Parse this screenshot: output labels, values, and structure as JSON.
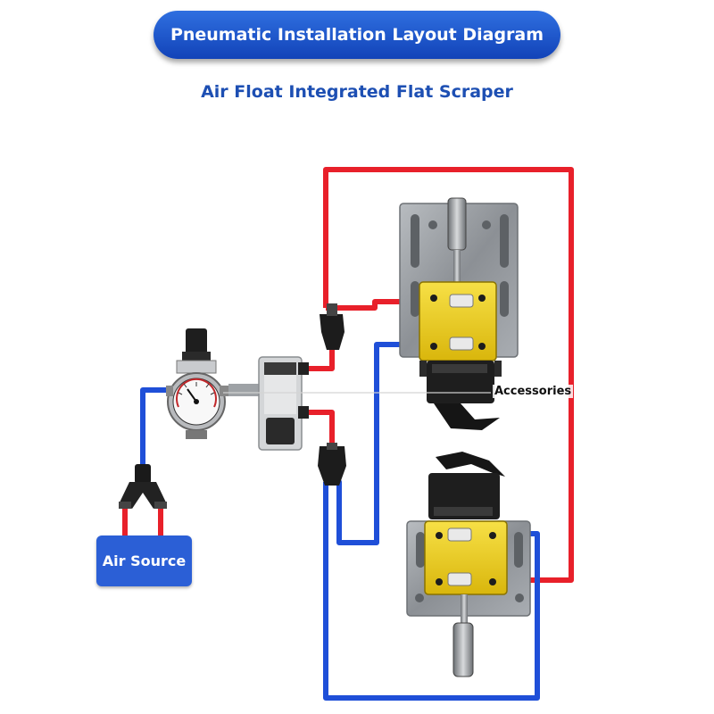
{
  "title": "Pneumatic Installation Layout Diagram",
  "subtitle": "Air Float Integrated Flat Scraper",
  "labels": {
    "air_source": "Air Source",
    "accessories": "Accessories"
  },
  "colors": {
    "title_bg": "#1f55cc",
    "supply_line": "#1f4fd8",
    "pressure_line": "#e8202a",
    "cylinder_block": "#f2d21a",
    "mount_plate": "#9a9ea3"
  },
  "components": [
    {
      "name": "air-filter-regulator",
      "icon": "pressure-gauge-icon"
    },
    {
      "name": "solenoid-valve",
      "icon": "valve-icon"
    },
    {
      "name": "y-connector",
      "icon": "tee-fitting-icon"
    },
    {
      "name": "upper-scraper-unit",
      "icon": "cylinder-icon"
    },
    {
      "name": "lower-scraper-unit",
      "icon": "cylinder-icon"
    }
  ]
}
